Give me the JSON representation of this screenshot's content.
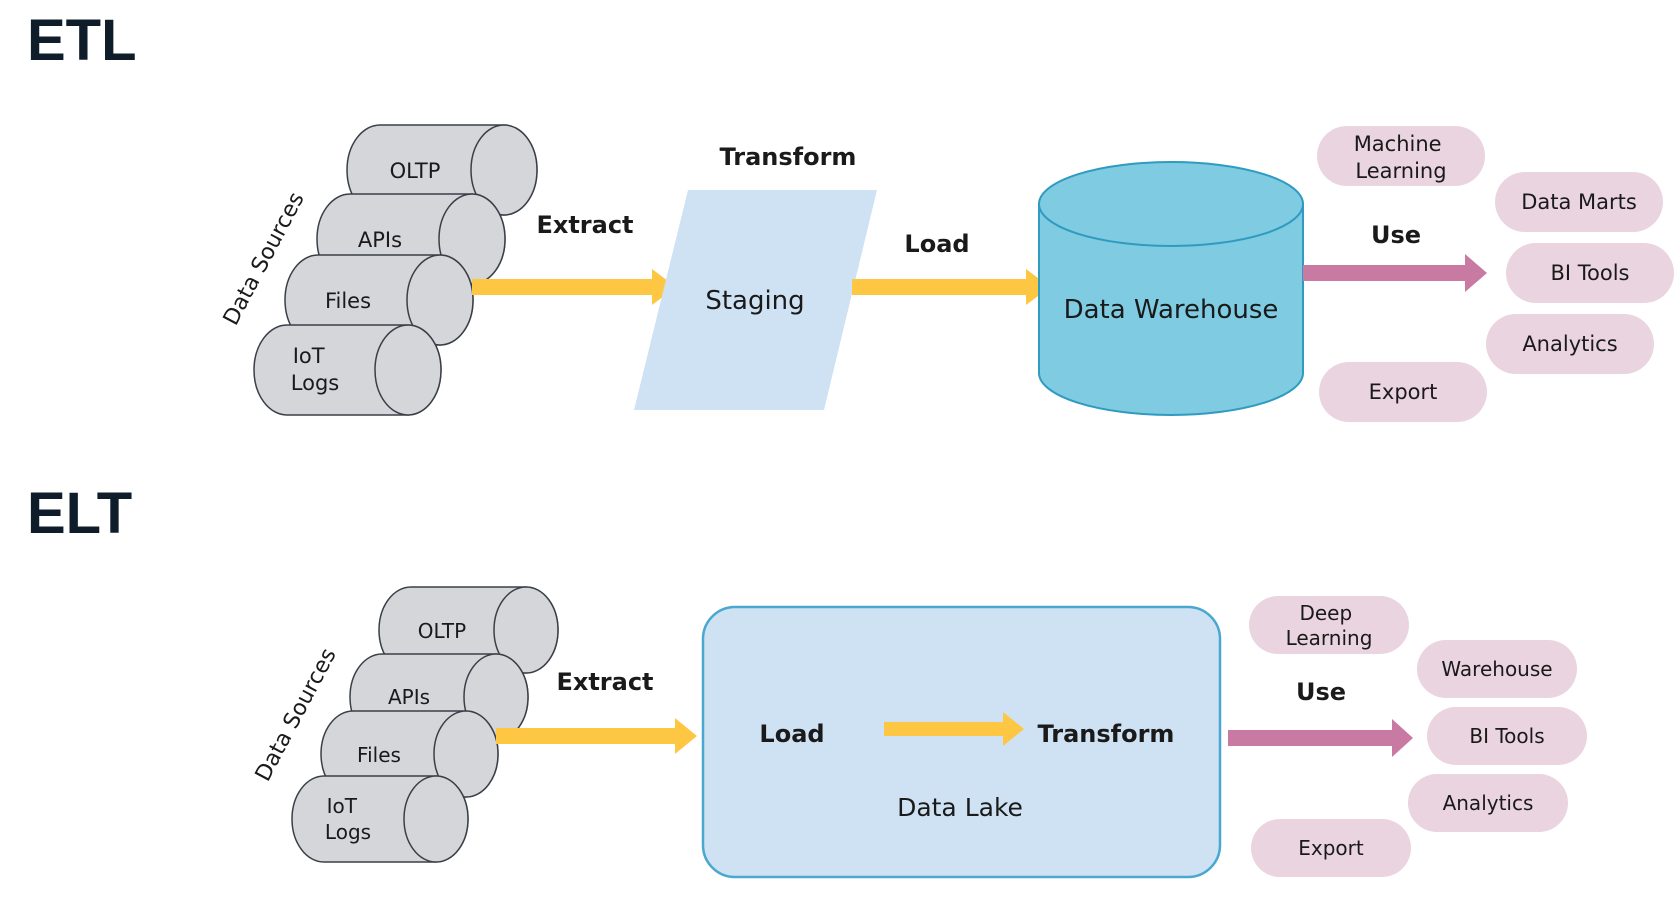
{
  "etl": {
    "title": "ETL",
    "data_sources_label": "Data Sources",
    "sources": [
      "OLTP",
      "APIs",
      "Files",
      "IoT Logs"
    ],
    "extract_label": "Extract",
    "transform_label": "Transform",
    "staging_label": "Staging",
    "load_label": "Load",
    "warehouse_label": "Data Warehouse",
    "use_label": "Use",
    "outputs": {
      "machine_learning": "Machine Learning",
      "data_marts": "Data Marts",
      "bi_tools": "BI Tools",
      "analytics": "Analytics",
      "export": "Export"
    }
  },
  "elt": {
    "title": "ELT",
    "data_sources_label": "Data Sources",
    "sources": [
      "OLTP",
      "APIs",
      "Files",
      "IoT Logs"
    ],
    "extract_label": "Extract",
    "load_label": "Load",
    "transform_label": "Transform",
    "lake_label": "Data Lake",
    "use_label": "Use",
    "outputs": {
      "deep_learning": "Deep Learning",
      "warehouse": "Warehouse",
      "bi_tools": "BI Tools",
      "analytics": "Analytics",
      "export": "Export"
    }
  },
  "colors": {
    "title": "#0f1d2b",
    "cylinder_fill": "#d4d6da",
    "cylinder_stroke": "#3a3f47",
    "arrow_yellow": "#fdc643",
    "arrow_pink": "#c97aa2",
    "staging_fill": "#cfe2f3",
    "warehouse_fill": "#7ecbe2",
    "warehouse_stroke": "#2f9bc0",
    "lake_fill": "#cfe2f3",
    "lake_stroke": "#4aa7cf",
    "pill_fill": "#ead4df"
  }
}
